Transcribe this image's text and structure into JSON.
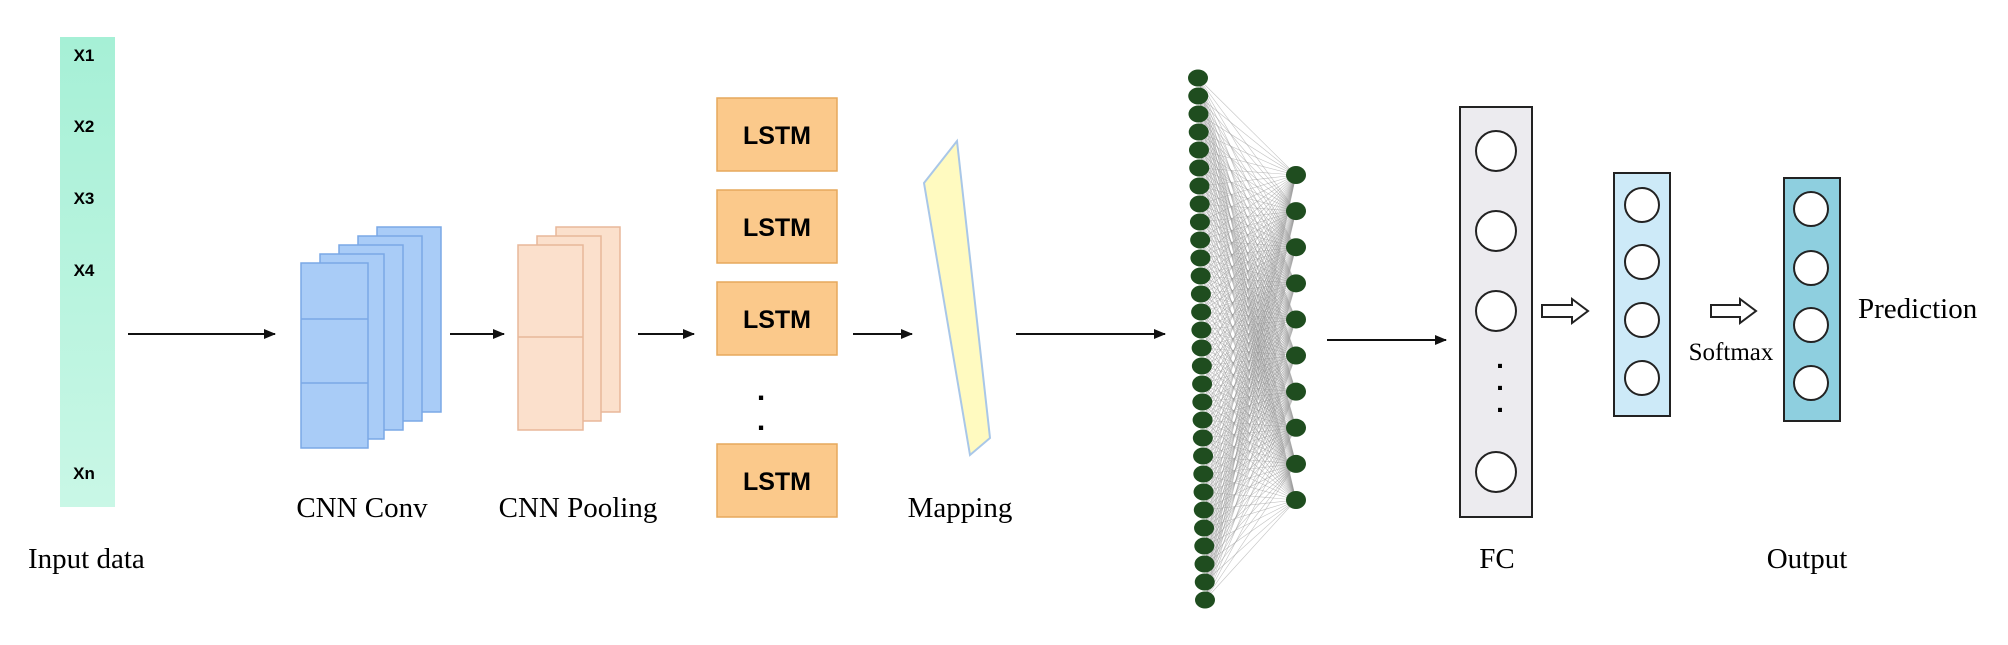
{
  "labels": {
    "input": "Input data",
    "conv": "CNN Conv",
    "pool": "CNN Pooling",
    "mapping": "Mapping",
    "fc": "FC",
    "output": "Output",
    "prediction": "Prediction",
    "softmax": "Softmax"
  },
  "input_features": [
    "X1",
    "X2",
    "X3",
    "X4",
    "Xn"
  ],
  "lstm_label": "LSTM",
  "lstm_dots": ".",
  "fc_dots": ".",
  "dense_network": {
    "left_nodes": 30,
    "right_nodes": 10
  },
  "colors": {
    "input_strip": "#a6f0d6",
    "conv": "#a9ccf7",
    "conv_edge": "#7aa8e6",
    "pool": "#fbe0cc",
    "pool_edge": "#e8b79a",
    "lstm": "#fbc98b",
    "lstm_edge": "#e6a85c",
    "mapping": "#fffac0",
    "mapping_edge": "#a9c7e8",
    "node": "#1f4d1f",
    "fc_box": "#ecebef",
    "hidden_box": "#cdeaf8",
    "output_box": "#8ecfdf",
    "arrow": "#111111"
  }
}
